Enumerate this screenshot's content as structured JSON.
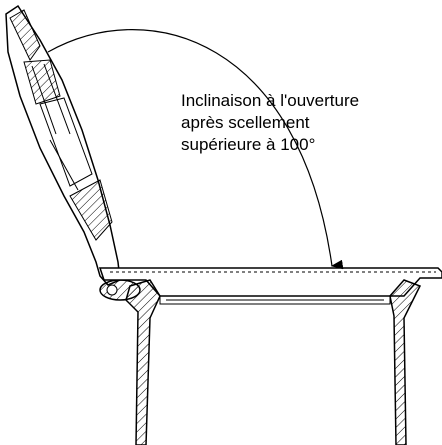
{
  "annotation": {
    "lines": [
      "Inclinaison à l'ouverture",
      "après scellement",
      "supérieure à 100°"
    ]
  },
  "colors": {
    "stroke": "#000000",
    "background": "#ffffff"
  }
}
